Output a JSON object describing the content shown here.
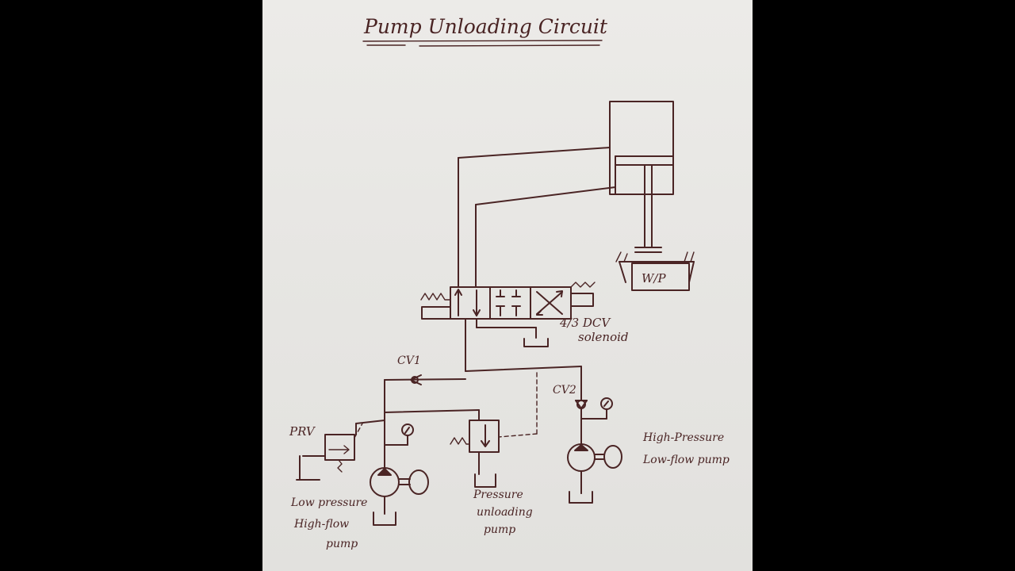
{
  "title": "Pump Unloading Circuit",
  "labels": {
    "work_piece": "W/P",
    "valve_line1": "4/3 DCV",
    "valve_line2": "solenoid",
    "cv1": "CV1",
    "cv2": "CV2",
    "prv": "PRV",
    "high_pressure_line1": "High-Pressure",
    "high_pressure_line2": "Low-flow pump",
    "unloading_line1": "Pressure",
    "unloading_line2": "unloading",
    "unloading_line3": "pump",
    "low_pressure_line1": "Low pressure",
    "low_pressure_line2": "High-flow",
    "low_pressure_line3": "pump"
  },
  "colors": {
    "background": "#000000",
    "paper": "#e8e7e4",
    "ink": "#4a2424"
  }
}
